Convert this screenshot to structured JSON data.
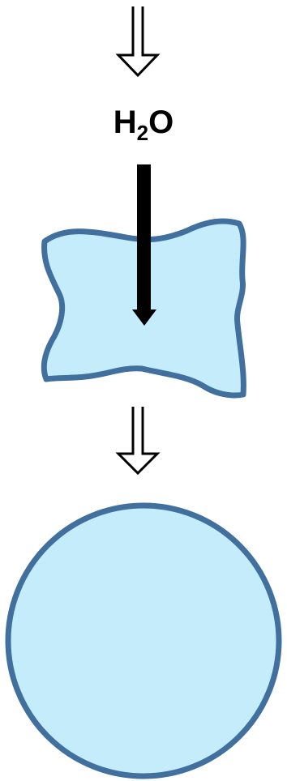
{
  "label": {
    "prefix": "H",
    "subscript": "2",
    "suffix": "O"
  },
  "colors": {
    "fill": "#c5ecfa",
    "stroke": "#41709f",
    "arrow": "#000000",
    "text": "#000000"
  },
  "icons": {
    "top_arrow": "double-arrow-down-icon",
    "water_arrow": "solid-arrow-down-icon",
    "middle_arrow": "double-arrow-down-icon"
  }
}
